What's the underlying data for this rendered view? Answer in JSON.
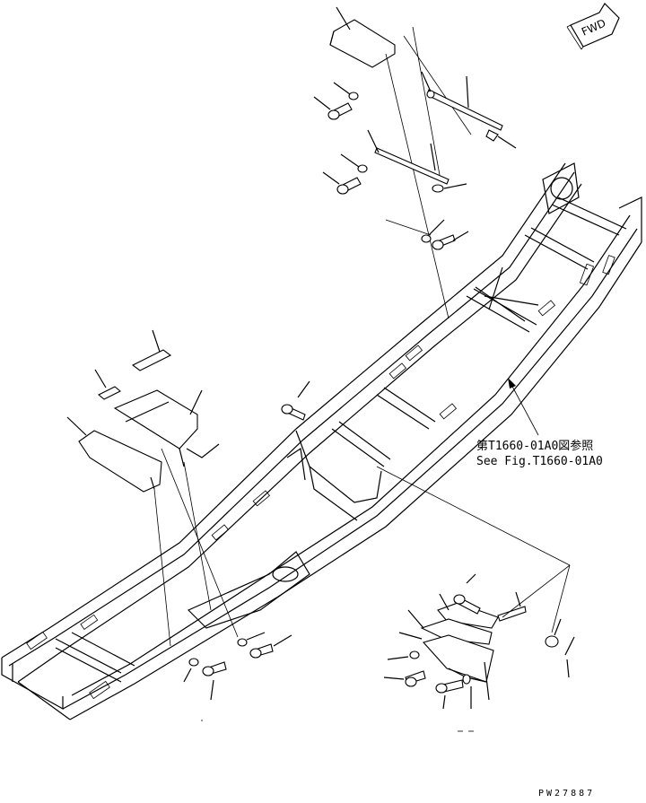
{
  "fwd_label": "FWD",
  "reference": {
    "line1": "第T1660-01A0図参照",
    "line2": "See Fig.T1660-01A0"
  },
  "drawing_code": "PW27887"
}
